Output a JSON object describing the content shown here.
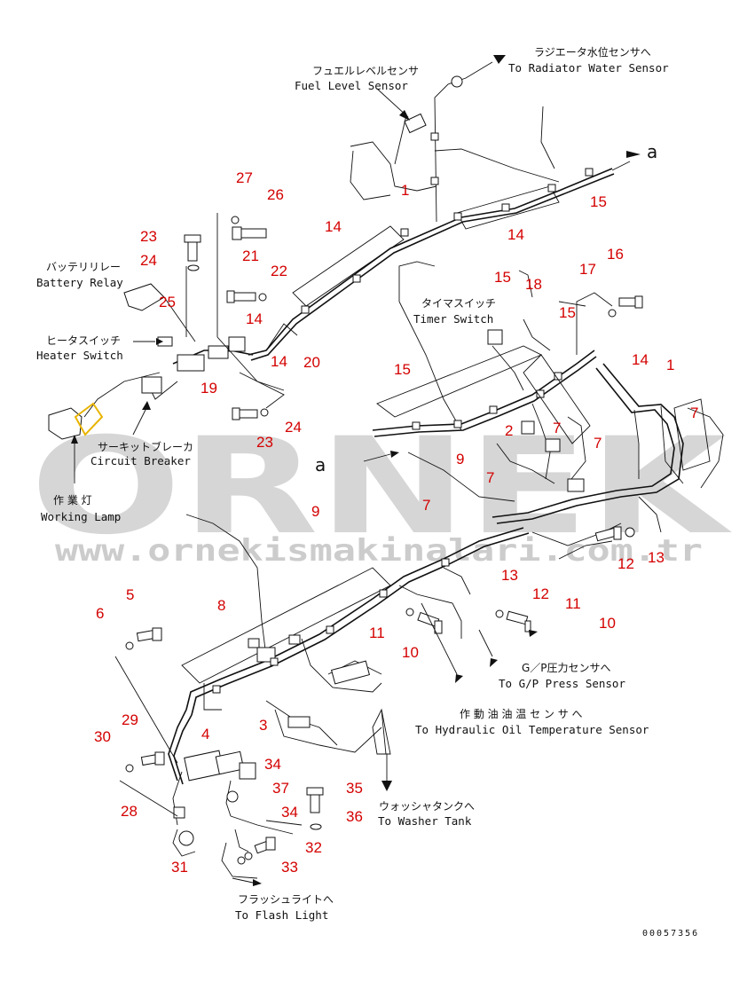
{
  "watermark": {
    "letters": "ORNEK",
    "url": "www.ornekismakinalari.com.tr"
  },
  "labels": {
    "fuel_level_ja": "フュエルレベルセンサ",
    "fuel_level_en": "Fuel Level Sensor",
    "radiator_ja": "ラジエータ水位センサへ",
    "radiator_en": "To Radiator Water Sensor",
    "battery_ja": "バッテリリレー",
    "battery_en": "Battery Relay",
    "heater_ja": "ヒータスイッチ",
    "heater_en": "Heater Switch",
    "breaker_ja": "サーキットブレーカ",
    "breaker_en": "Circuit Breaker",
    "lamp_ja": "作 業 灯",
    "lamp_en": "Working Lamp",
    "timer_ja": "タイマスイッチ",
    "timer_en": "Timer Switch",
    "gp_ja": "G／P圧力センサへ",
    "gp_en": "To G/P Press Sensor",
    "hyd_ja": "作 動 油 油 温 セ ン サ へ",
    "hyd_en": "To Hydraulic Oil Temperature Sensor",
    "washer_ja": "ウォッシャタンクへ",
    "washer_en": "To Washer Tank",
    "flash_ja": "フラッシュライトへ",
    "flash_en": "To Flash Light",
    "alpha": "a",
    "drawing_code": "00057356"
  },
  "callouts": [
    "1",
    "14",
    "15",
    "14",
    "27",
    "26",
    "23",
    "24",
    "21",
    "22",
    "25",
    "14",
    "14",
    "20",
    "19",
    "24",
    "23",
    "15",
    "18",
    "17",
    "16",
    "15",
    "15",
    "14",
    "1",
    "7",
    "2",
    "7",
    "7",
    "9",
    "7",
    "7",
    "12",
    "13",
    "9",
    "13",
    "12",
    "11",
    "10",
    "8",
    "5",
    "6",
    "11",
    "10",
    "4",
    "3",
    "29",
    "30",
    "34",
    "28",
    "37",
    "34",
    "35",
    "36",
    "32",
    "31",
    "33"
  ]
}
